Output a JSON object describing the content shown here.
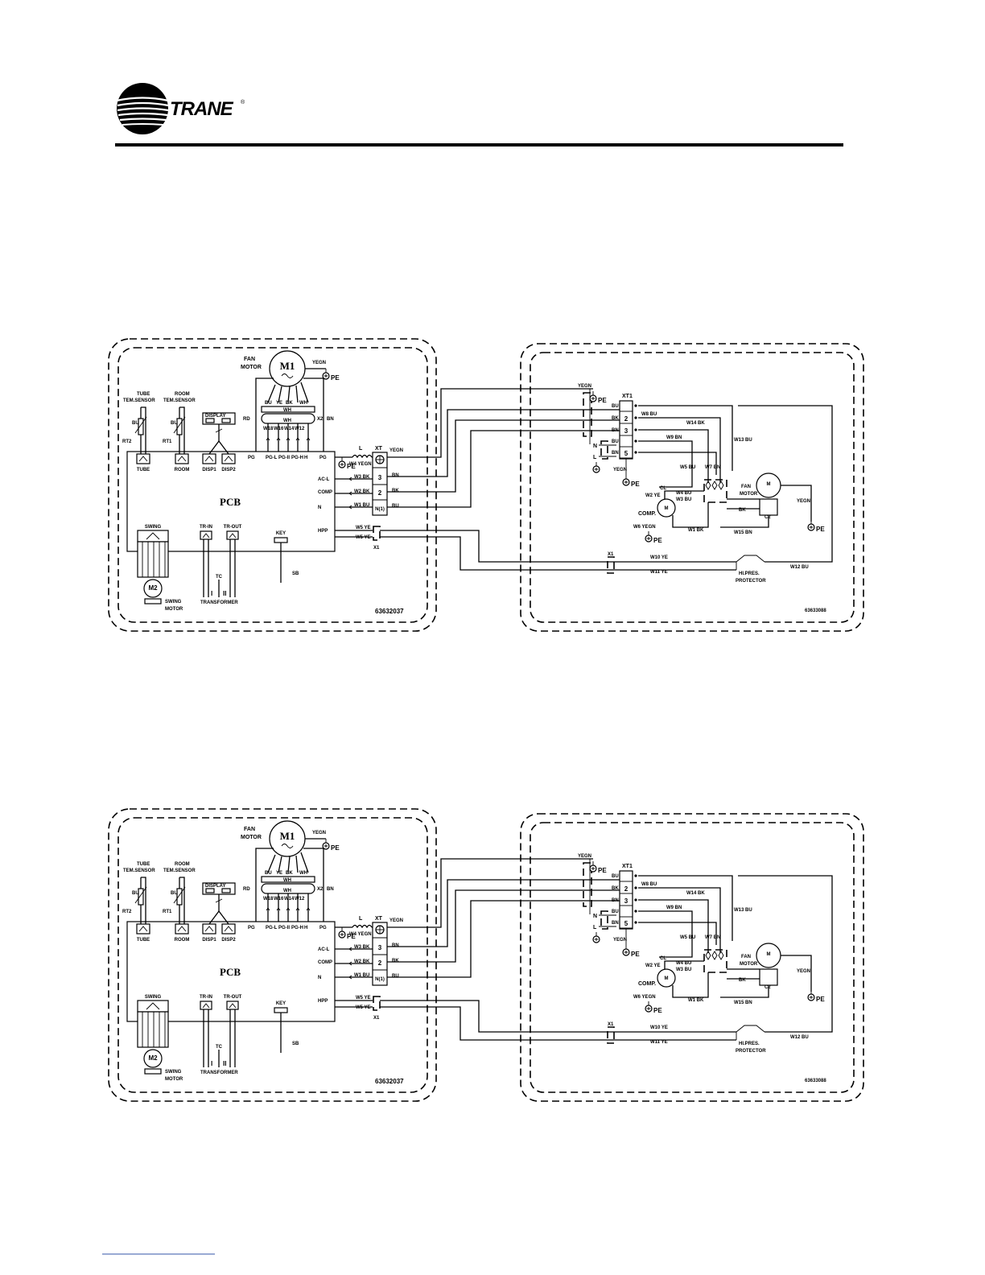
{
  "brand": {
    "name": "TRANE",
    "mark": "®"
  },
  "diagrams": [
    {
      "indoor": {
        "fan_motor_label": [
          "FAN",
          "MOTOR"
        ],
        "fan_motor_symbol": "M1",
        "swing_motor_symbol": "M2",
        "swing_motor_label": [
          "SWING",
          "MOTOR"
        ],
        "tube_sensor_label": [
          "TUBE",
          "TEM.SENSOR"
        ],
        "room_sensor_label": [
          "ROOM",
          "TEM.SENSOR"
        ],
        "rt2": "RT2",
        "rt1": "RT1",
        "display": "DISPLAY",
        "pcb": "PCB",
        "connectors_top": [
          "TUBE",
          "ROOM",
          "DISP1",
          "DISP2"
        ],
        "fan_pins": [
          "PG",
          "PG-L",
          "PG-II",
          "PG-H",
          "H"
        ],
        "fan_wire_colors": [
          "BU",
          "YE",
          "BK",
          "WH"
        ],
        "fan_wires": [
          "W18",
          "W16",
          "W14",
          "W12"
        ],
        "pcb_left_terminals": [
          "RD",
          "X2",
          "BN",
          "YEGN"
        ],
        "pcb_right_pins": [
          "AC-L",
          "COMP",
          "N",
          "HPP"
        ],
        "pcb_bottom": [
          "SWING",
          "TR-IN",
          "TR-OUT",
          "KEY"
        ],
        "wire_labels": [
          "W4 YEGN",
          "W3 BK",
          "W2 BK",
          "W1 BU",
          "W5 YE",
          "W5 YE"
        ],
        "terminal_xt": "XT",
        "terminal_nums": [
          "3",
          "2",
          "N(1)"
        ],
        "terminal_colors": [
          "YEGN",
          "BN",
          "BK",
          "BU"
        ],
        "l_label": "L",
        "pe": "PE",
        "x1": "X1",
        "tc": "TC",
        "transformer": "TRANSFORMER",
        "sb": "SB",
        "tc_coils": [
          "I",
          "II"
        ],
        "part_no": "63632037"
      },
      "outdoor": {
        "xt1": "XT1",
        "yegn": "YEGN",
        "pe": "PE",
        "terminal_colors": [
          "BU",
          "BK",
          "BN",
          "BU",
          "BN"
        ],
        "terminal_nums": [
          "",
          "2",
          "3",
          "",
          "5"
        ],
        "nl_labels": [
          "N",
          "L"
        ],
        "wires": [
          "W8 BU",
          "W14 BK",
          "W9 BN",
          "W13 BU",
          "W5 BU",
          "W7 BN",
          "W4 BU",
          "W3 BU",
          "W2 YE",
          "W6 YEGN",
          "W1 BK",
          "W15 BN",
          "W10 YE",
          "W11 YE",
          "W12 BU"
        ],
        "comp": "COMP.",
        "cl": "CL",
        "fan_motor_label": [
          "FAN",
          "MOTOR"
        ],
        "motor_symbol": "M",
        "capacitor": "C2",
        "hl_pres": [
          "HI.PRES.",
          "PROTECTOR"
        ],
        "x1": "X1",
        "part_no": "63633088"
      }
    },
    {
      "indoor": {
        "fan_motor_label": [
          "FAN",
          "MOTOR"
        ],
        "fan_motor_symbol": "M1",
        "swing_motor_symbol": "M2",
        "swing_motor_label": [
          "SWING",
          "MOTOR"
        ],
        "tube_sensor_label": [
          "TUBE",
          "TEM.SENSOR"
        ],
        "room_sensor_label": [
          "ROOM",
          "TEM.SENSOR"
        ],
        "rt2": "RT2",
        "rt1": "RT1",
        "display": "DISPLAY",
        "pcb": "PCB",
        "connectors_top": [
          "TUBE",
          "ROOM",
          "DISP1",
          "DISP2"
        ],
        "fan_pins": [
          "PG",
          "PG-L",
          "PG-II",
          "PG-H",
          "H"
        ],
        "fan_wire_colors": [
          "BU",
          "YE",
          "BK",
          "WH"
        ],
        "fan_wires": [
          "W18",
          "W16",
          "W14",
          "W12"
        ],
        "pcb_left_terminals": [
          "RD",
          "X2",
          "BN",
          "YEGN"
        ],
        "pcb_right_pins": [
          "AC-L",
          "COMP",
          "N",
          "HPP"
        ],
        "pcb_bottom": [
          "SWING",
          "TR-IN",
          "TR-OUT",
          "KEY"
        ],
        "wire_labels": [
          "W4 YEGN",
          "W3 BK",
          "W2 BK",
          "W1 BU",
          "W5 YE",
          "W5 YE"
        ],
        "terminal_xt": "XT",
        "terminal_nums": [
          "3",
          "2",
          "N(1)"
        ],
        "terminal_colors": [
          "YEGN",
          "BN",
          "BK",
          "BU"
        ],
        "l_label": "L",
        "pe": "PE",
        "x1": "X1",
        "tc": "TC",
        "transformer": "TRANSFORMER",
        "sb": "SB",
        "tc_coils": [
          "I",
          "II"
        ],
        "part_no": "63632037"
      },
      "outdoor": {
        "xt1": "XT1",
        "yegn": "YEGN",
        "pe": "PE",
        "terminal_colors": [
          "BU",
          "BK",
          "BN",
          "BU",
          "BN"
        ],
        "terminal_nums": [
          "",
          "2",
          "3",
          "",
          "5"
        ],
        "nl_labels": [
          "N",
          "L"
        ],
        "wires": [
          "W8 BU",
          "W14 BK",
          "W9 BN",
          "W13 BU",
          "W5 BU",
          "W7 BN",
          "W4 BU",
          "W3 BU",
          "W2 YE",
          "W6 YEGN",
          "W1 BK",
          "W15 BN",
          "W10 YE",
          "W11 YE",
          "W12 BU"
        ],
        "comp": "COMP.",
        "cl": "CL",
        "fan_motor_label": [
          "FAN",
          "MOTOR"
        ],
        "motor_symbol": "M",
        "capacitor": "C2",
        "hl_pres": [
          "HI.PRES.",
          "PROTECTOR"
        ],
        "x1": "X1",
        "part_no": "63633088"
      }
    }
  ]
}
